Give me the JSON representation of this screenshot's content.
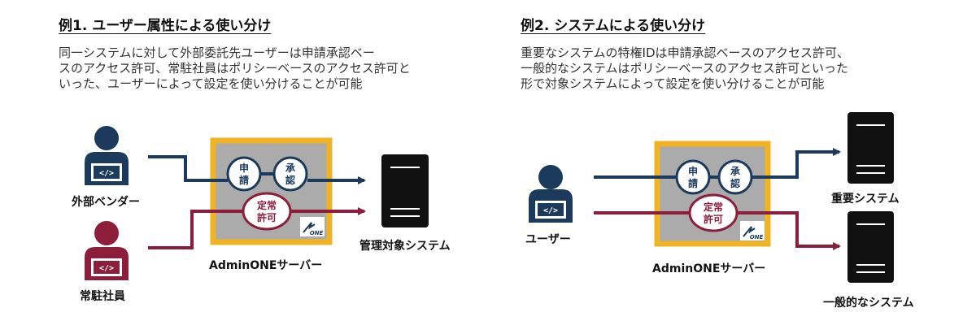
{
  "ex1": {
    "heading": "例1. ユーザー属性による使い分け",
    "desc": [
      "同一システムに対して外部委託先ユーザーは申請承認ベー",
      "スのアクセス許可、常駐社員はポリシーベースのアクセス許可と",
      "いった、ユーザーによって設定を使い分けることが可能"
    ],
    "vendor_label": "外部ベンダー",
    "staff_label": "常駐社員",
    "server_label": "AdminONEサーバー",
    "target_label": "管理対象システム"
  },
  "ex2": {
    "heading": "例2. システムによる使い分け",
    "desc": [
      "重要なシステムの特権IDは申請承認ベースのアクセス許可、",
      "一般的なシステムはポリシーベースのアクセス許可といった",
      "形で対象システムによって設定を使い分けることが可能"
    ],
    "user_label": "ユーザー",
    "server_label": "AdminONEサーバー",
    "important_label": "重要システム",
    "general_label": "一般的なシステム"
  },
  "nodes": {
    "apply": [
      "申",
      "請"
    ],
    "approve": [
      "承",
      "認"
    ],
    "policy": [
      "定常",
      "許可"
    ],
    "logo": "ONE",
    "code_glyph": "</>"
  },
  "colors": {
    "navy": "#1b3a5c",
    "maroon": "#8c1d3b",
    "gold": "#f0b323",
    "server_bg": "#ababab"
  }
}
